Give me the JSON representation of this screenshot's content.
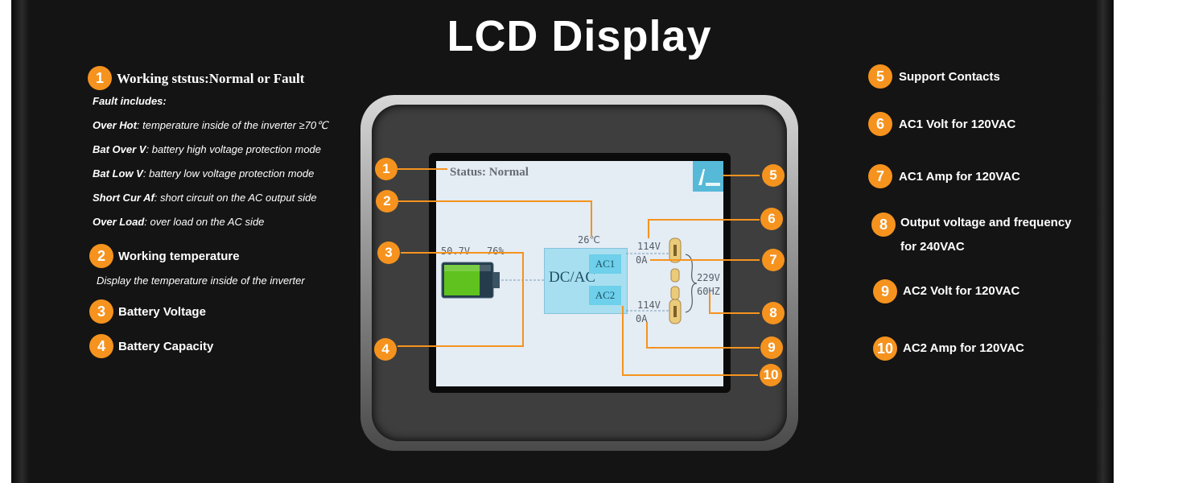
{
  "title": "LCD Display",
  "left_notes": {
    "item1": {
      "num": "1",
      "label": "Working ststus:Normal or Fault"
    },
    "fault_header": "Fault includes:",
    "faults": [
      {
        "name": "Over Hot",
        "desc": ": temperature inside of the inverter ≥70℃"
      },
      {
        "name": "Bat Over V",
        "desc": ": battery high voltage protection mode"
      },
      {
        "name": "Bat Low V",
        "desc": ":  battery low voltage protection mode"
      },
      {
        "name": "Short Cur Af",
        "desc": ": short circuit on the AC output side"
      },
      {
        "name": "Over Load",
        "desc": ": over load on the AC side"
      }
    ],
    "item2": {
      "num": "2",
      "label": "Working temperature",
      "desc": "Display the temperature inside of the inverter"
    },
    "item3": {
      "num": "3",
      "label": "Battery Voltage"
    },
    "item4": {
      "num": "4",
      "label": "Battery  Capacity"
    }
  },
  "right_notes": [
    {
      "num": "5",
      "label": "Support Contacts"
    },
    {
      "num": "6",
      "label": "AC1 Volt for 120VAC"
    },
    {
      "num": "7",
      "label": "AC1 Amp  for 120VAC"
    },
    {
      "num": "8",
      "label": "Output voltage and frequency",
      "label2": "for 240VAC"
    },
    {
      "num": "9",
      "label": "AC2 Volt for 120VAC"
    },
    {
      "num": "10",
      "label": "AC2 Amp for 120VAC"
    }
  ],
  "screen": {
    "status": "Status: Normal",
    "temperature": "26℃",
    "battery_voltage": "50.7V",
    "battery_capacity": "76%",
    "battery_level": 0.76,
    "dcac": "DC/AC",
    "ac1": "AC1",
    "ac2": "AC2",
    "ac1_volt": "114V",
    "ac1_amp": "0A",
    "ac2_volt": "114V",
    "ac2_amp": "0A",
    "out_volt": "229V",
    "out_freq": "60HZ"
  },
  "callouts": [
    "1",
    "2",
    "3",
    "4",
    "5",
    "6",
    "7",
    "8",
    "9",
    "10"
  ],
  "colors": {
    "accent": "#f5931e",
    "panel": "#141414",
    "lcd_bg": "#e4ecf4",
    "battery_green": "#5fc21e"
  }
}
